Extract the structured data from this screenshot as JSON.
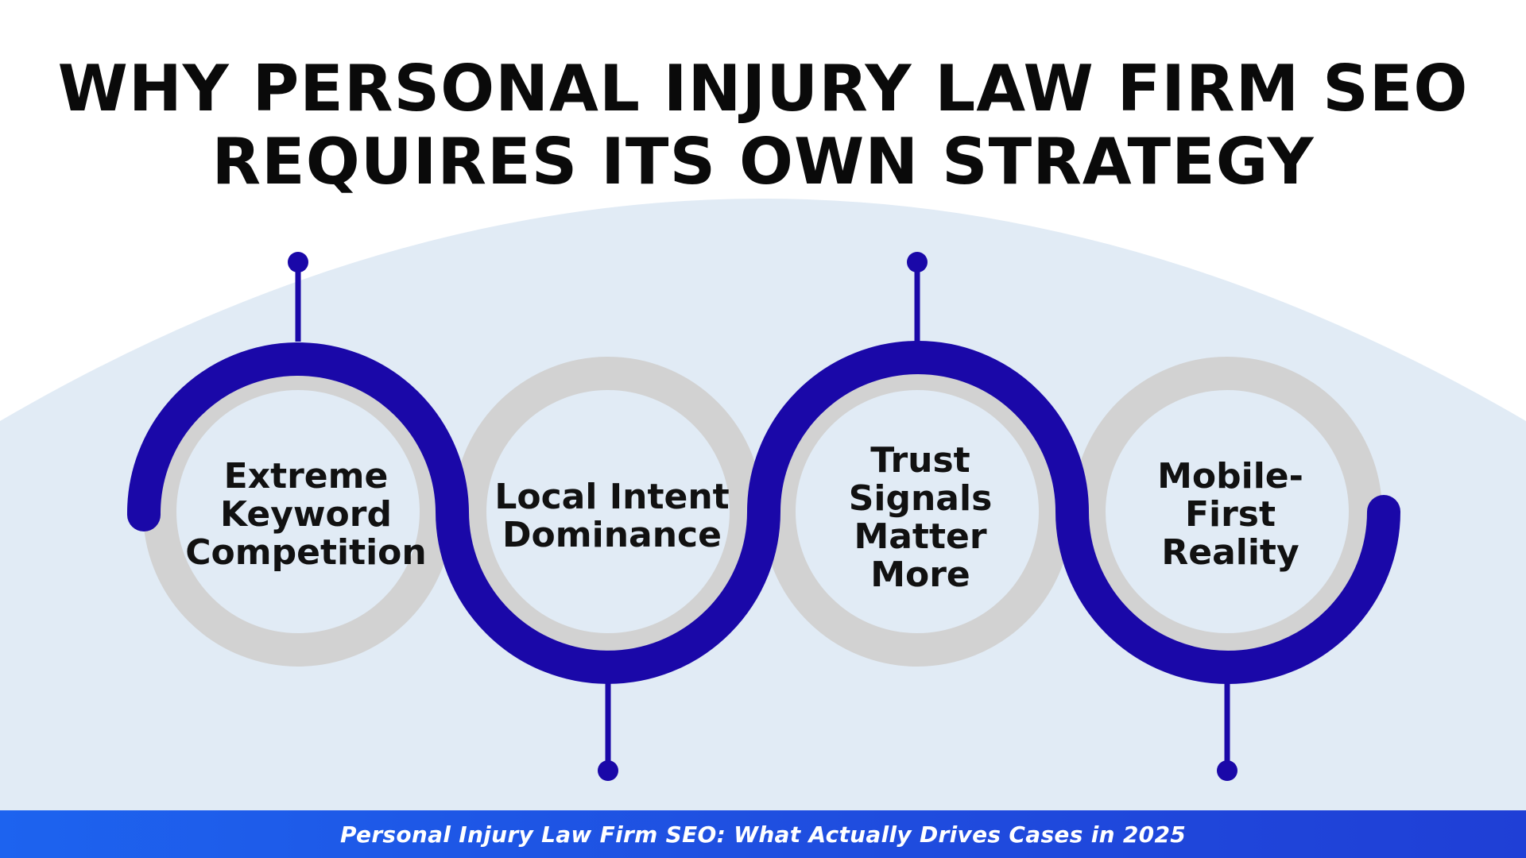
{
  "title": {
    "line1": "WHY PERSONAL INJURY LAW FIRM SEO",
    "line2": "REQUIRES ITS OWN STRATEGY"
  },
  "steps": [
    {
      "label": "Extreme Keyword Competition"
    },
    {
      "label": "Local Intent Dominance"
    },
    {
      "label": "Trust Signals Matter More"
    },
    {
      "label": "Mobile-First Reality"
    }
  ],
  "footer": {
    "text": "Personal Injury Law Firm SEO: What Actually Drives Cases in 2025"
  },
  "colors": {
    "accent": "#1a08a8",
    "ring_gray": "#d2d2d2",
    "background_arc": "#e1ebf5",
    "footer_band": "#1f4fe0",
    "title": "#0a0a0a"
  }
}
